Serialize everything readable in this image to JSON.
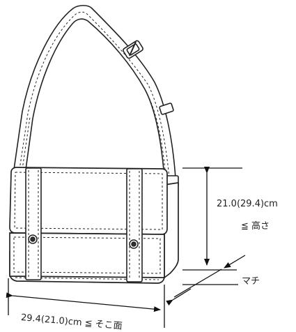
{
  "diagram": {
    "dimensions": {
      "height": {
        "value": "21.0(29.4)cm",
        "condition": "≦ 高さ"
      },
      "depth": {
        "label": "マチ"
      },
      "width": {
        "value": "29.4(21.0)cm ≦ そこ面"
      }
    }
  }
}
